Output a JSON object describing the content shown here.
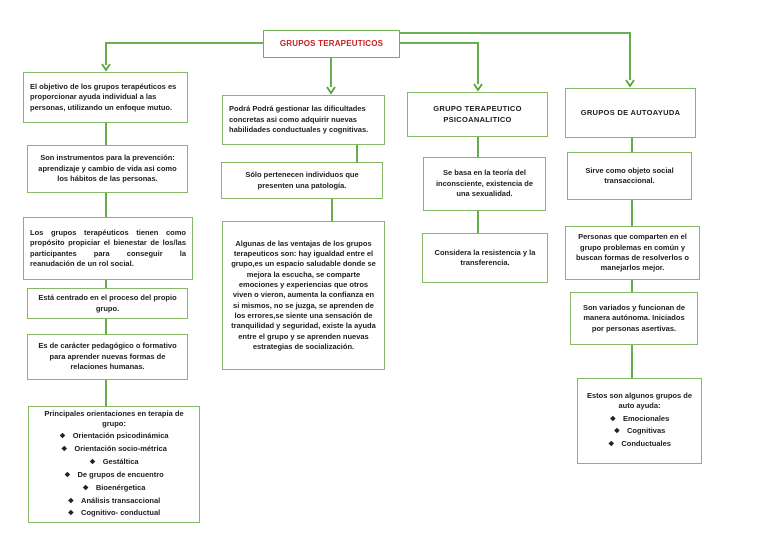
{
  "glyphs": {
    "bullet": "❖"
  },
  "colors": {
    "box_border": "#85b968",
    "connector": "#57a33a",
    "root_text": "#c42121",
    "body_text": "#1d1d1d",
    "background": "#ffffff"
  },
  "root": {
    "label": "GRUPOS TERAPEUTICOS"
  },
  "col_definicion": {
    "objetivo": "El objetivo de los grupos terapéuticos es proporcionar ayuda individual a las personas, utilizando un enfoque mutuo.",
    "instrumentos": "Son instrumentos para la prevención: aprendizaje y cambio de vida asi como los hábitos de las personas.",
    "proposito": "Los grupos terapéuticos tienen como propósito propiciar el bienestar de los/las participantes para conseguir la reanudación de un rol social.",
    "centrado": "Está centrado en el proceso del propio grupo.",
    "pedagogico": "Es de carácter pedagógico o formativo para aprender nuevas formas de relaciones humanas.",
    "orientaciones": {
      "heading": "Principales orientaciones en terapia de grupo:",
      "items": [
        "Orientación psicodinámica",
        "Orientación socio-métrica",
        "Gestáltica",
        "De grupos de encuentro",
        "Bioenérgetica",
        "Análisis transaccional",
        "Cognitivo- conductual"
      ]
    }
  },
  "col_caracteristicas": {
    "gestionar": "Podrá Podrá gestionar las dificultades concretas asi como adquirir nuevas habilidades conductuales y cognitivas.",
    "pertenencia": "Sólo pertenecen individuos que presenten una patología.",
    "ventajas": "Algunas de las ventajas de los grupos terapeuticos son: hay igualdad entre el grupo,es un espacio saludable donde se mejora la escucha, se comparte emociones y experiencias que otros viven o vieron, aumenta la confianza en si mismos, no se juzga, se aprenden de los errores,se siente una sensación de tranquilidad y seguridad, existe la ayuda entre el grupo y se aprenden nuevas estrategias de socialización."
  },
  "col_psicoanalitico": {
    "titulo": "GRUPO TERAPEUTICO PSICOANALITICO",
    "teoria": "Se basa en la teoría del inconsciente, existencia de una sexualidad.",
    "resistencia": "Considera la resistencia y la transferencia."
  },
  "col_autoayuda": {
    "titulo": "GRUPOS DE AUTOAYUDA",
    "objeto_social": "Sirve como objeto social transaccional.",
    "personas": "Personas que comparten en el grupo problemas en común y buscan formas de resolverlos o manejarlos mejor.",
    "variados": "Son variados y funcionan de manera autónoma. Iniciados por personas asertivas.",
    "tipos": {
      "heading": "Estos son algunos grupos de  auto ayuda:",
      "items": [
        "Emocionales",
        "Cognitivas",
        "Conductuales"
      ]
    }
  }
}
